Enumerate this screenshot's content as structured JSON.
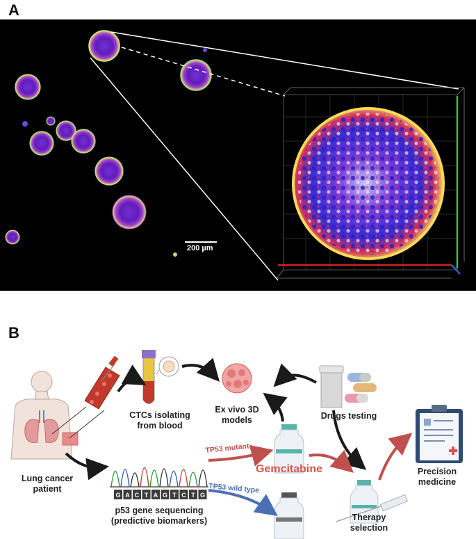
{
  "panel_a": {
    "letter": "A",
    "scale_bar": "200 µm"
  },
  "panel_b": {
    "letter": "B",
    "labels": {
      "patient": "Lung cancer\npatient",
      "ctc": "CTCs isolating\nfrom blood",
      "models": "Ex vivo 3D\nmodels",
      "drugs": "Drugs testing",
      "precision": "Precision\nmedicine",
      "sequencing": "p53 gene sequencing\n(predictive biomarkers)",
      "gemcitabine": "Gemcitabine",
      "mutant": "TP53 mutant",
      "wildtype": "TP53 wild type",
      "therapy": "Therapy\nselection"
    },
    "sequence_letters": [
      "G",
      "A",
      "C",
      "T",
      "A",
      "G",
      "T",
      "C",
      "T",
      "G"
    ],
    "colors": {
      "mutant_arrow": "#c0504d",
      "wildtype_arrow": "#4a6fb5",
      "gemcitabine_text": "#d9534f",
      "black_arrow": "#1a1a1a"
    }
  }
}
